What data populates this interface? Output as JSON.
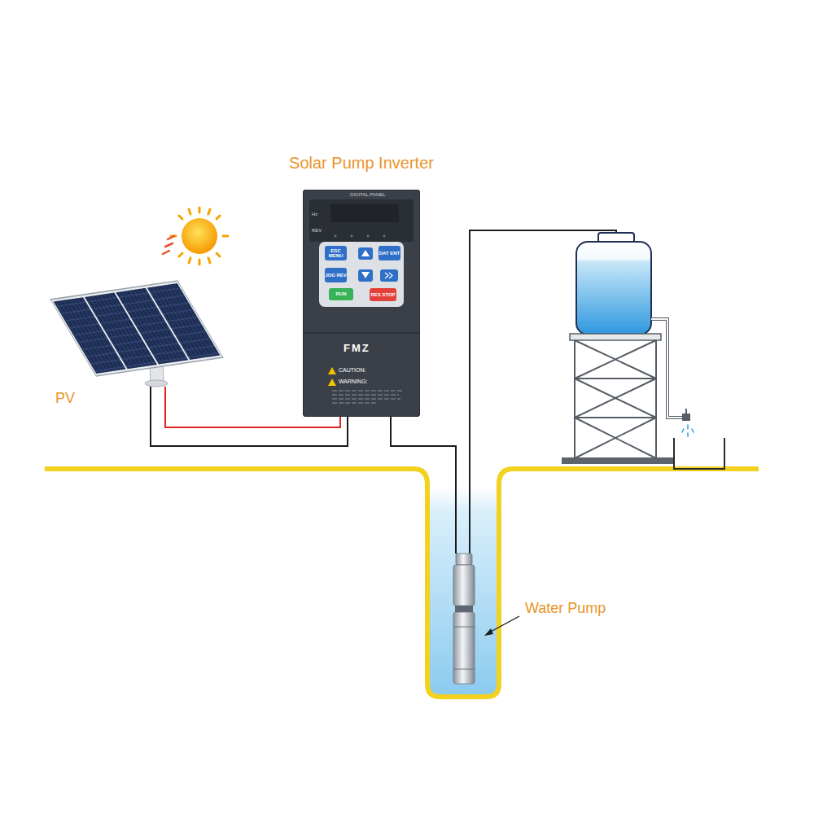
{
  "diagram": {
    "nodes": [
      {
        "text": [
          "Solar Pump Inverter",
          "DIGITAL PANEL",
          "FMZ",
          "CAUTION:",
          "WARNING:"
        ]
      },
      {
        "text": [
          "ESC MENU"
        ],
        "in": 0
      },
      {
        "text": [
          "DAT ENT"
        ],
        "in": 0
      },
      {
        "text": [
          "JOG REV"
        ],
        "in": 0
      },
      {
        "text": [
          "RUN"
        ],
        "in": 0
      },
      {
        "text": [
          "RES STOP"
        ],
        "in": 0
      },
      {
        "text": [
          "PV"
        ]
      },
      {
        "text": [
          "Water Pump"
        ]
      }
    ],
    "edges": [
      {
        "from": 6,
        "to": 0,
        "arrow": "none"
      },
      {
        "from": 0,
        "to": 7,
        "arrow": "none"
      }
    ],
    "labels": [
      "Hz",
      "REV"
    ]
  }
}
